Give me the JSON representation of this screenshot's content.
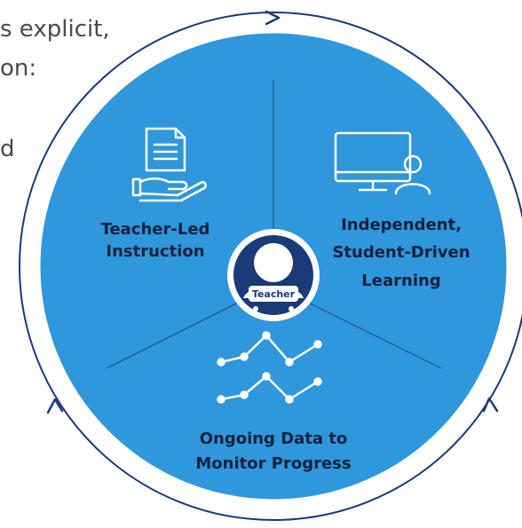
{
  "left_text": {
    "line1": "s explicit,",
    "line2": "on:",
    "line3": "d"
  },
  "center": {
    "badge_label": "Teacher"
  },
  "segments": {
    "teacher_led": {
      "line1": "Teacher-Led",
      "line2": "Instruction"
    },
    "independent": {
      "line1": "Independent,",
      "line2": "Student-Driven",
      "line3": "Learning"
    },
    "ongoing": {
      "line1": "Ongoing Data to",
      "line2": "Monitor Progress"
    }
  },
  "colors": {
    "disc": "#2f97db",
    "disc_border": "#ffffff",
    "divider": "#1f5f9c",
    "outer_ring": "#1a3a78",
    "text": "#16213e",
    "icon": "#ffffff",
    "center_badge": "#1a3a78"
  },
  "icons": [
    "document-hand-icon",
    "computer-user-icon",
    "line-chart-icon",
    "teacher-avatar-icon"
  ]
}
